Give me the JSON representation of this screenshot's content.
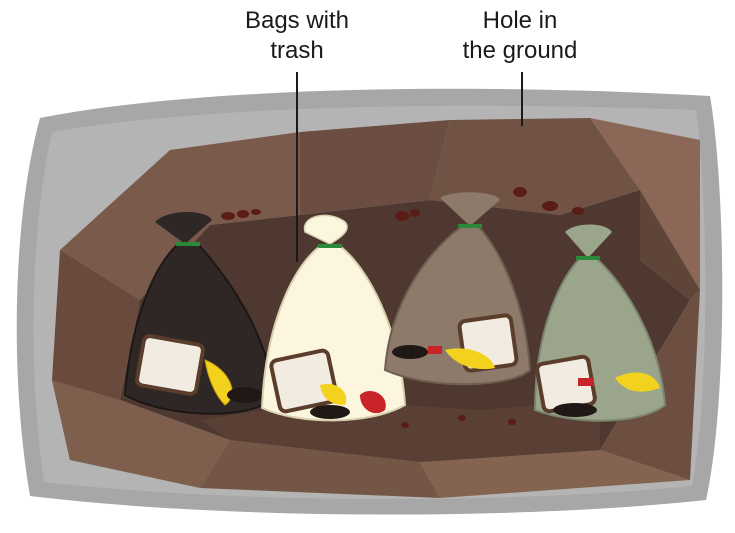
{
  "labels": {
    "bags": {
      "line1": "Bags with",
      "line2": "trash"
    },
    "hole": {
      "line1": "Hole in",
      "line2": "the ground"
    }
  },
  "colors": {
    "ground_outer": "#a7a7a7",
    "dirt_light": "#8a6a58",
    "dirt_mid": "#6e5245",
    "dirt_dark": "#4e3830",
    "bag_black": "#2e2725",
    "bag_white": "#fbf6dd",
    "bag_brown": "#8d7a6a",
    "bag_green": "#9aa58c",
    "tie_green": "#2a8a3a",
    "banana": "#f2d21c",
    "bread": "#f1ebe2",
    "apple_red": "#c8242a"
  }
}
